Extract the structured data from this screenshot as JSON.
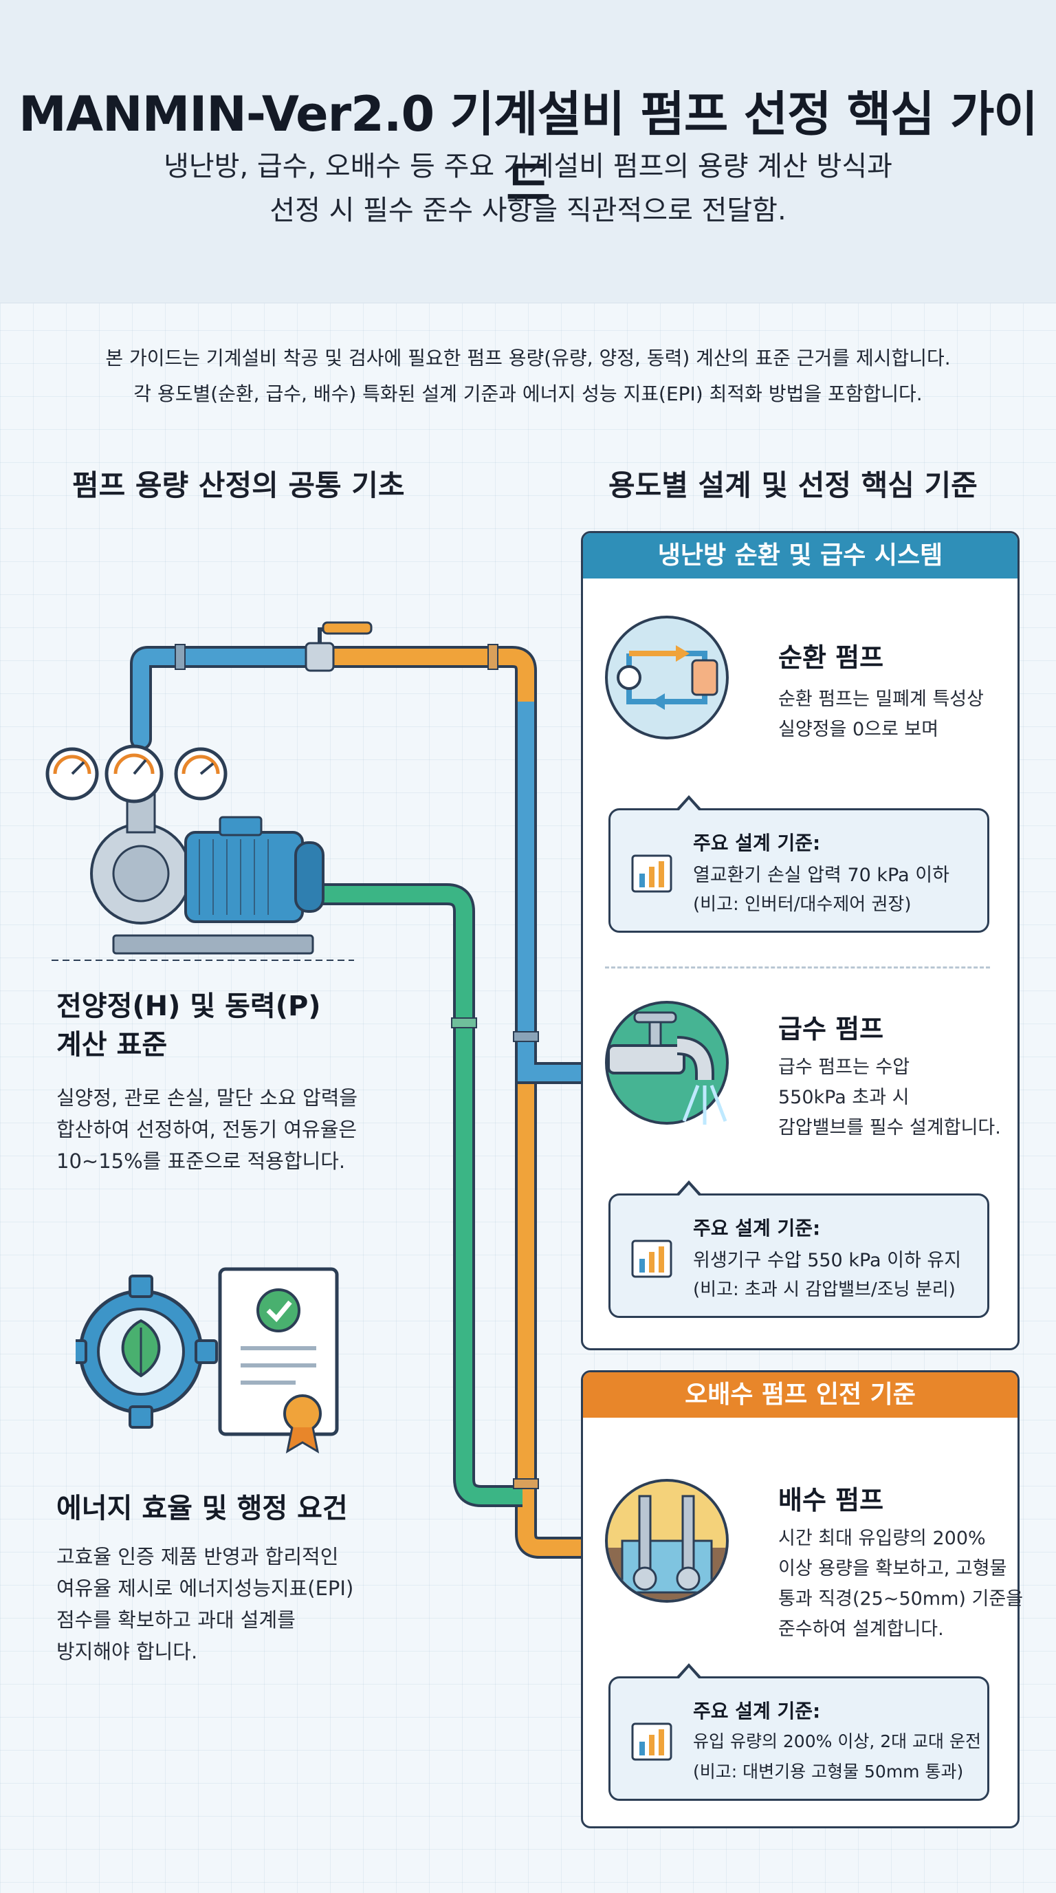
{
  "header": {
    "title": "MANMIN-Ver2.0 기계설비 펌프 선정 핵심 가이드",
    "subtitle_line1": "냉난방, 급수, 오배수 등 주요 기계설비 펌프의 용량 계산 방식과",
    "subtitle_line2": "선정 시 필수 준수 사항을 직관적으로 전달함."
  },
  "intro": {
    "line1": "본 가이드는 기계설비 착공 및 검사에 필요한 펌프 용량(유량, 양정, 동력) 계산의 표준 근거를 제시합니다.",
    "line2": "각 용도별(순환, 급수, 배수) 특화된 설계 기준과 에너지 성능 지표(EPI) 최적화 방법을 포함합니다."
  },
  "left": {
    "heading": "펌프 용량 산정의 공통 기초",
    "section1": {
      "title_line1": "전양정(H) 및 동력(P)",
      "title_line2": "계산 표준",
      "body_line1": "실양정, 관로 손실, 말단 소요 압력을",
      "body_line2": "합산하여 선정하여, 전동기 여유율은",
      "body_line3": "10~15%를 표준으로 적용합니다."
    },
    "section2": {
      "title": "에너지 효율 및 행정 요건",
      "body_line1": "고효율 인증 제품 반영과 합리적인",
      "body_line2": "여유율 제시로 에너지성능지표(EPI)",
      "body_line3": "점수를 확보하고 과대 설계를",
      "body_line4": "방지해야 합니다."
    }
  },
  "right": {
    "heading": "용도별 설계 및 선정 핵심 기준",
    "card1": {
      "header": "냉난방 순환 및 급수 시스템",
      "circulation": {
        "title": "순환 펌프",
        "body_line1": "순환 펌프는 밀폐계 특성상",
        "body_line2": "실양정을 0으로 보며",
        "criteria_label": "주요 설계 기준:",
        "criteria_main": "열교환기 손실 압력 70 kPa 이하",
        "criteria_note": "(비고: 인버터/대수제어 권장)"
      },
      "supply": {
        "title": "급수 펌프",
        "body_line1": "급수 펌프는 수압",
        "body_line2": "550kPa 초과 시",
        "body_line3": "감압밸브를 필수 설계합니다.",
        "criteria_label": "주요 설계 기준:",
        "criteria_main": "위생기구 수압 550 kPa 이하 유지",
        "criteria_note": "(비고: 초과 시 감압밸브/조닝 분리)"
      }
    },
    "card2": {
      "header": "오배수 펌프 인전 기준",
      "drain": {
        "title": "배수 펌프",
        "body_line1": "시간 최대 유입량의 200%",
        "body_line2": "이상 용량을 확보하고, 고형물",
        "body_line3": "통과 직경(25~50mm) 기준을",
        "body_line4": "준수하여 설계합니다.",
        "criteria_label": "주요 설계 기준:",
        "criteria_main": "유입 유량의 200% 이상, 2대 교대 운전",
        "criteria_note": "(비고: 대변기용 고형물 50mm 통과)"
      }
    }
  },
  "colors": {
    "pipe_blue": "#4a9fd0",
    "pipe_orange": "#f0a33a",
    "pipe_green": "#3bb585",
    "accent_blue": "#2f8fb8",
    "accent_orange": "#e8862a",
    "outline": "#2c3e55"
  },
  "icons": [
    "pump-illustration",
    "pressure-gauge-icon",
    "energy-certificate-icon",
    "circulation-loop-icon",
    "faucet-icon",
    "drain-pump-icon",
    "bar-chart-icon"
  ]
}
